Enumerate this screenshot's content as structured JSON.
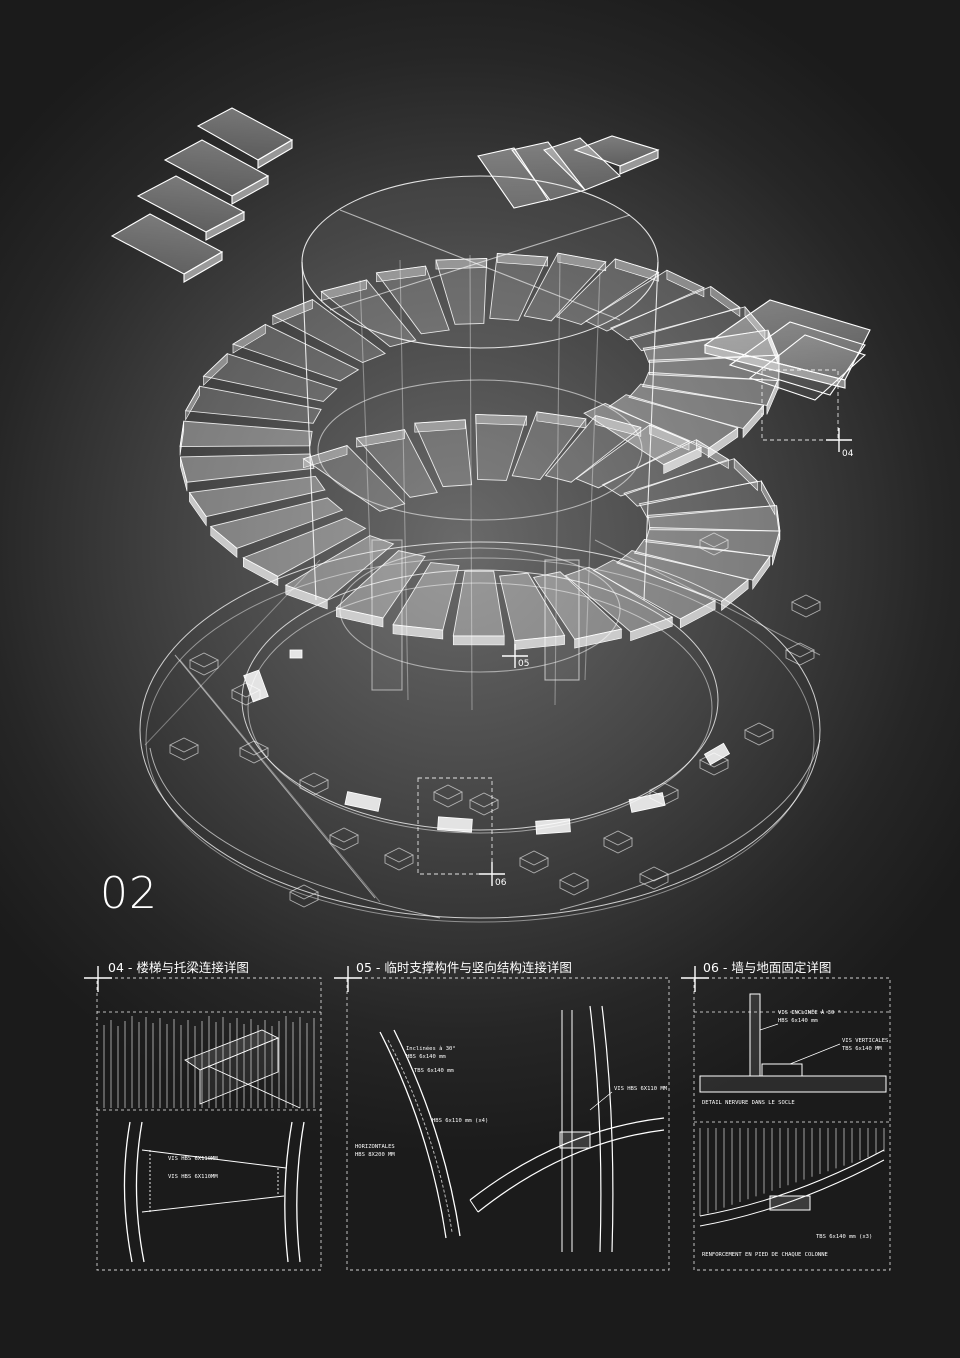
{
  "sheet_number": "02",
  "callouts": {
    "c04": "04",
    "c05": "05",
    "c06": "06"
  },
  "details": [
    {
      "title": "04 - 楼梯与托梁连接详图",
      "labels": [
        "VIS HBS 6X110MM",
        "VIS HBS 6X110MM"
      ]
    },
    {
      "title": "05 - 临时支撑构件与竖向结构连接详图",
      "labels": [
        "Inclinées à 30°",
        "HBS 6x140 mm",
        "TBS 6x140 mm",
        "HBS 6x110 mm (x4)",
        "HORIZONTALES",
        "HBS 8X200 MM",
        "VIS HBS 6X110 MM"
      ]
    },
    {
      "title": "06 - 墙与地面固定详图",
      "labels": [
        "VIS INCLINÉE À 30 °",
        "HBS 6x140 mm",
        "VIS VERTICALES",
        "TBS 6x140 MM",
        "DETAIL NERVURE DANS LE SOCLE",
        "TBS 6x140 mm (x3)",
        "RENFORCEMENT EN PIED DE CHAQUE COLONNE"
      ]
    }
  ]
}
